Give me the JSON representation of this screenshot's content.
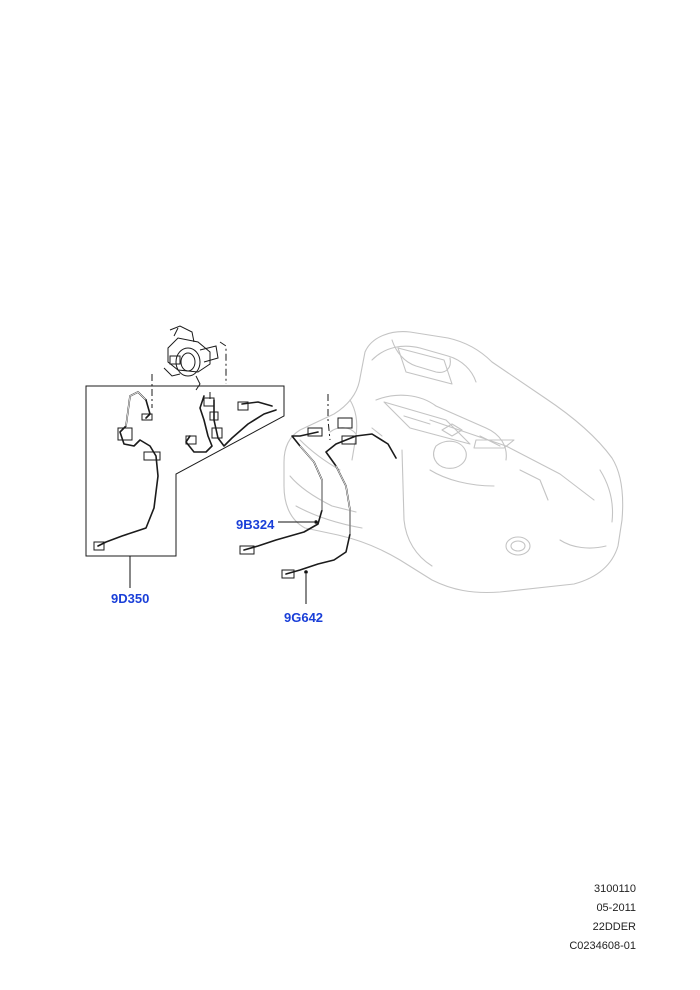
{
  "callouts": {
    "part_9D350": "9D350",
    "part_9B324": "9B324",
    "part_9G642": "9G642"
  },
  "meta": {
    "line1": "3100110",
    "line2": "05-2011",
    "line3": "22DDER",
    "line4": "C0234608-01"
  },
  "colors": {
    "callout": "#1a3fd8",
    "outline": "#1b1b1b",
    "ghost": "#c4c4c4"
  }
}
